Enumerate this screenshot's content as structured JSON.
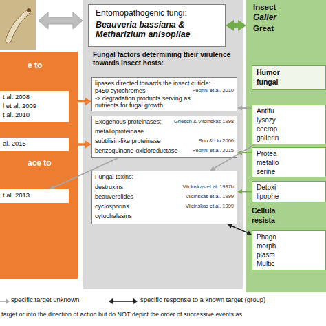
{
  "diagram": {
    "nodes": [
      {
        "text": [
          "e to"
        ]
      },
      {
        "text": [
          "t al. 2008",
          "l et al. 2009",
          "t al. 2010"
        ],
        "in": 0
      },
      {
        "text": [
          "al. 2015"
        ],
        "in": 0
      },
      {
        "text": [
          "ace to"
        ]
      },
      {
        "text": [
          "t al. 2013"
        ],
        "in": 3
      },
      {
        "text": [
          "Fungal factors determining their virulence towards insect hosts:"
        ]
      },
      {
        "text": [
          "Entomopathogenic fungi:",
          "Beauveria bassiana & Metharizium anisopliae"
        ],
        "in": 5
      },
      {
        "text": [
          "lipases directed towards the insect cuticle:",
          "p450 cytochromes",
          "Pedrini et al. 2010",
          "-> degradation products serving as nutrients for fugal growth"
        ],
        "in": 5
      },
      {
        "text": [
          "Exogenous proteinases:",
          "Griesch & Vilcinskas 1998",
          "metalloproteinase",
          "subtilisin-like proteinase",
          "Sun & Liu 2006",
          "benzoquinone-oxidoreductase",
          "Pedrini et al. 2015"
        ],
        "in": 5
      },
      {
        "text": [
          "Fungal toxins:",
          "destruxins",
          "Vilcinskas et al. 1997b",
          "beauverolides",
          "Vilcinskas et al. 1999",
          "cyclosporins",
          "Vilcinskas et al. 1999",
          "cytochalasins"
        ],
        "in": 5
      },
      {
        "text": [
          "Insect",
          "Galler",
          "Great"
        ]
      },
      {
        "text": [
          "Humor",
          "fungal"
        ],
        "in": 10
      },
      {
        "text": [
          "Antifu",
          "lysozy",
          "cecrop",
          "gallerin"
        ],
        "in": 10
      },
      {
        "text": [
          "Protea",
          "metallo",
          "serine"
        ],
        "in": 10
      },
      {
        "text": [
          "Detoxi",
          "lipophe"
        ],
        "in": 10
      },
      {
        "text": [
          "Cellula",
          "resista"
        ],
        "in": 10
      },
      {
        "text": [
          "Phago",
          "morph",
          "plasm",
          "Multic"
        ],
        "in": 10
      }
    ],
    "edges": [
      {
        "from": 6,
        "to": 10,
        "arrow": "both"
      },
      {
        "from": 1,
        "to": 7,
        "arrow": "to"
      },
      {
        "from": 2,
        "to": 8,
        "arrow": "to"
      },
      {
        "from": 8,
        "to": 4,
        "arrow": "to"
      },
      {
        "from": 13,
        "to": 8,
        "arrow": "to"
      },
      {
        "from": 14,
        "to": 9,
        "arrow": "to"
      },
      {
        "from": 12,
        "to": 7,
        "arrow": "to"
      },
      {
        "from": 12,
        "to": 9,
        "arrow": "to"
      },
      {
        "from": 16,
        "to": 9,
        "arrow": "both"
      }
    ],
    "labels": [
      "target or into the direction of action but do NOT depict the order of successive events as"
    ],
    "legend": [
      {
        "text": "specific target unknown"
      },
      {
        "text": "specific response to a known target (group)"
      }
    ]
  }
}
